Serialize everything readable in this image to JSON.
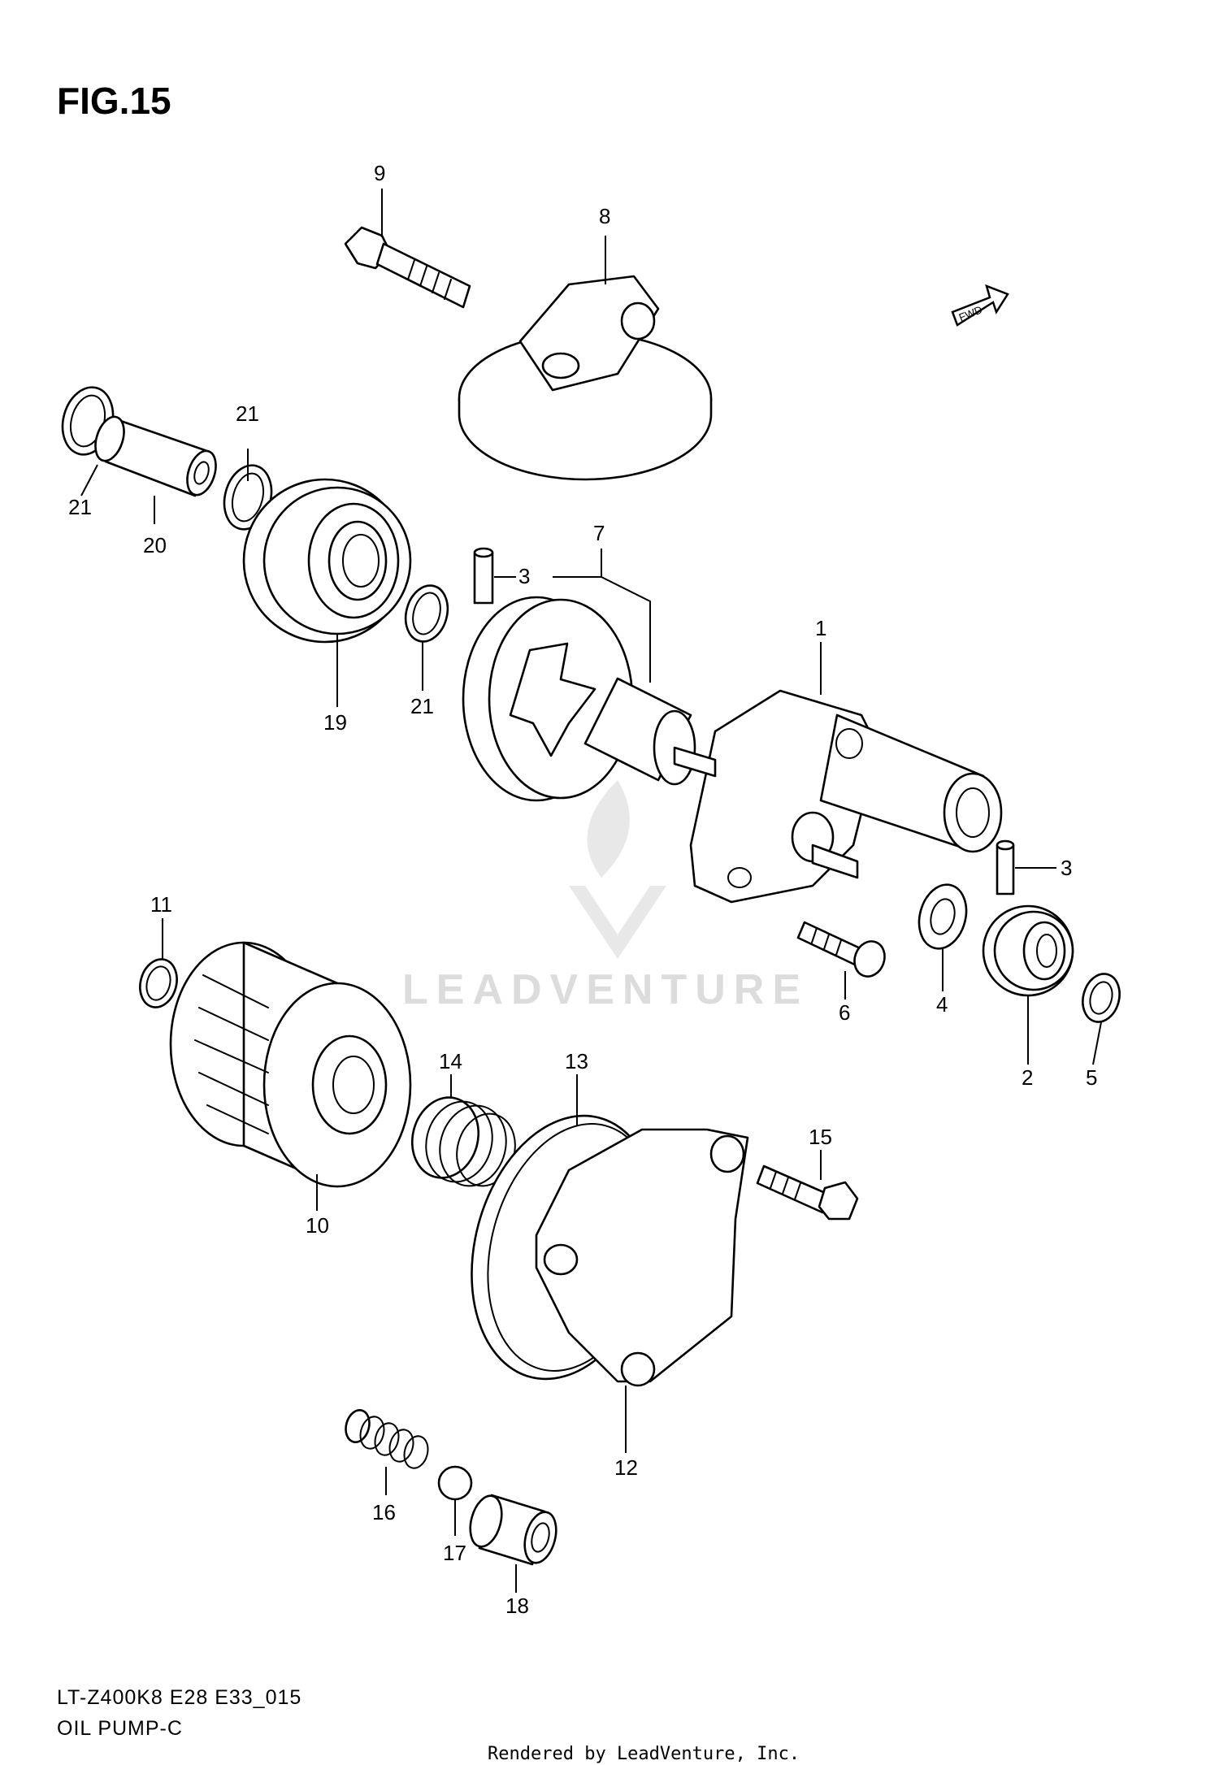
{
  "figure_title": "FIG.15",
  "model_code": "LT-Z400K8 E28 E33_015",
  "section_name": "OIL PUMP-C",
  "rendered_by": "Rendered by LeadVenture, Inc.",
  "watermark": "LEADVENTURE",
  "direction_arrow": "FWD",
  "callouts": {
    "c1": "1",
    "c2": "2",
    "c3a": "3",
    "c3b": "3",
    "c4": "4",
    "c5": "5",
    "c6": "6",
    "c7": "7",
    "c8": "8",
    "c9": "9",
    "c10": "10",
    "c11": "11",
    "c12": "12",
    "c13": "13",
    "c14": "14",
    "c15": "15",
    "c16": "16",
    "c17": "17",
    "c18": "18",
    "c19": "19",
    "c20": "20",
    "c21a": "21",
    "c21b": "21",
    "c21c": "21"
  }
}
